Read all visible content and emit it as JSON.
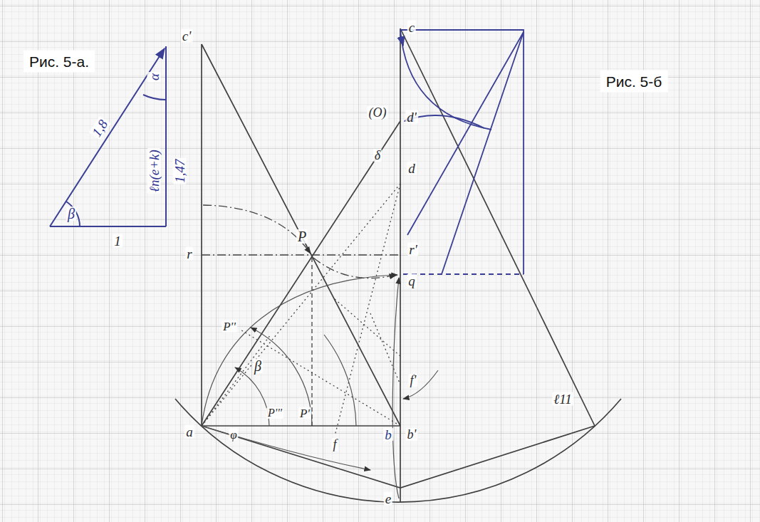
{
  "diagram": {
    "labels": [
      "Рис. 5-а.",
      "Рис. 5-б",
      "1,8",
      "β",
      "α",
      "ℓn(e+k)",
      "1,47",
      "1",
      "c'",
      "c",
      "(O)",
      "d'",
      "d",
      "δ",
      "P",
      "r",
      "r'",
      "q",
      "P''",
      "β",
      "P'''",
      "P'",
      "f'",
      "a",
      "φ",
      "f",
      "b",
      "b'",
      "e",
      "ℓ11"
    ]
  }
}
